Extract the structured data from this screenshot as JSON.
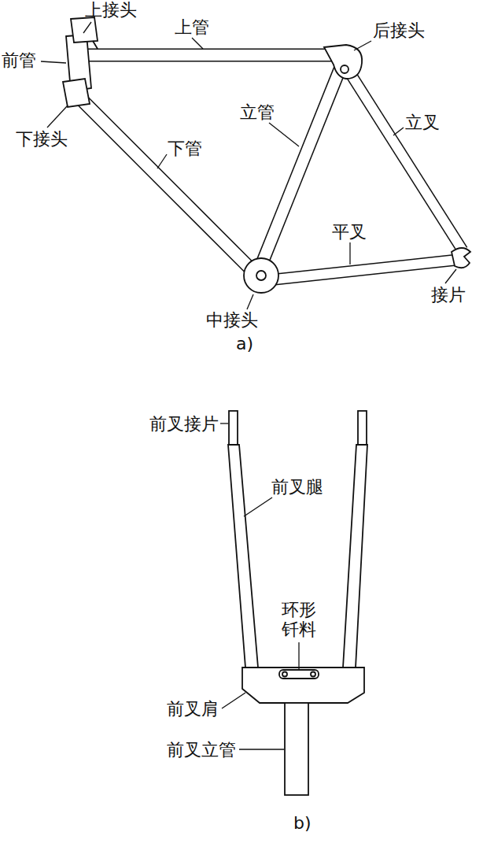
{
  "diagram": {
    "labels": [
      "上接头",
      "上管",
      "前管",
      "后接头",
      "下接头",
      "下管",
      "立管",
      "立叉",
      "平叉",
      "接片",
      "中接头",
      "a)",
      "前叉接片",
      "前叉腿",
      "环形 钎料",
      "前叉肩",
      "前叉立管",
      "b)"
    ]
  }
}
